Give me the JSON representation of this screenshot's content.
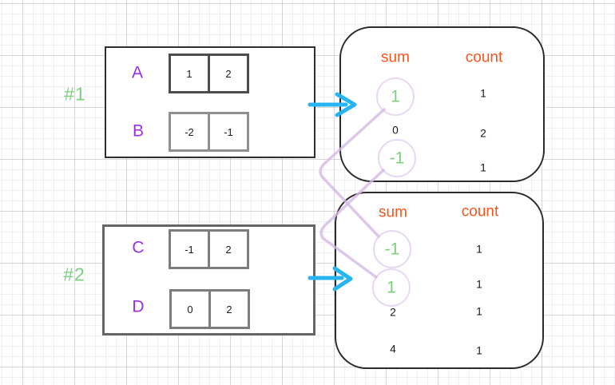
{
  "colors": {
    "orange": "#fa541c",
    "green": "#7ccf7c",
    "purple": "#9a2fe8",
    "cyan": "#28b4f0",
    "lavender": "#d5b9e5",
    "ring": "#e9d8f2"
  },
  "examples": [
    {
      "label": "#1",
      "arrays": [
        {
          "name": "A",
          "values": [
            "1",
            "2"
          ]
        },
        {
          "name": "B",
          "values": [
            "-2",
            "-1"
          ]
        }
      ],
      "table": {
        "headers": {
          "sum": "sum",
          "count": "count"
        },
        "rows": [
          {
            "sum": "1",
            "count": "1",
            "circled": true
          },
          {
            "sum": "0",
            "count": "2",
            "circled": false
          },
          {
            "sum": "-1",
            "count": "1",
            "circled": true
          }
        ]
      }
    },
    {
      "label": "#2",
      "arrays": [
        {
          "name": "C",
          "values": [
            "-1",
            "2"
          ]
        },
        {
          "name": "D",
          "values": [
            "0",
            "2"
          ]
        }
      ],
      "table": {
        "headers": {
          "sum": "sum",
          "count": "count"
        },
        "rows": [
          {
            "sum": "-1",
            "count": "1",
            "circled": true
          },
          {
            "sum": "1",
            "count": "1",
            "circled": true
          },
          {
            "sum": "2",
            "count": "1",
            "circled": false
          },
          {
            "sum": "4",
            "count": "1",
            "circled": false
          }
        ]
      }
    }
  ],
  "connections": [
    {
      "from": "example-1 sum 1",
      "to": "example-2 sum -1"
    },
    {
      "from": "example-1 sum -1",
      "to": "example-2 sum 1"
    }
  ]
}
